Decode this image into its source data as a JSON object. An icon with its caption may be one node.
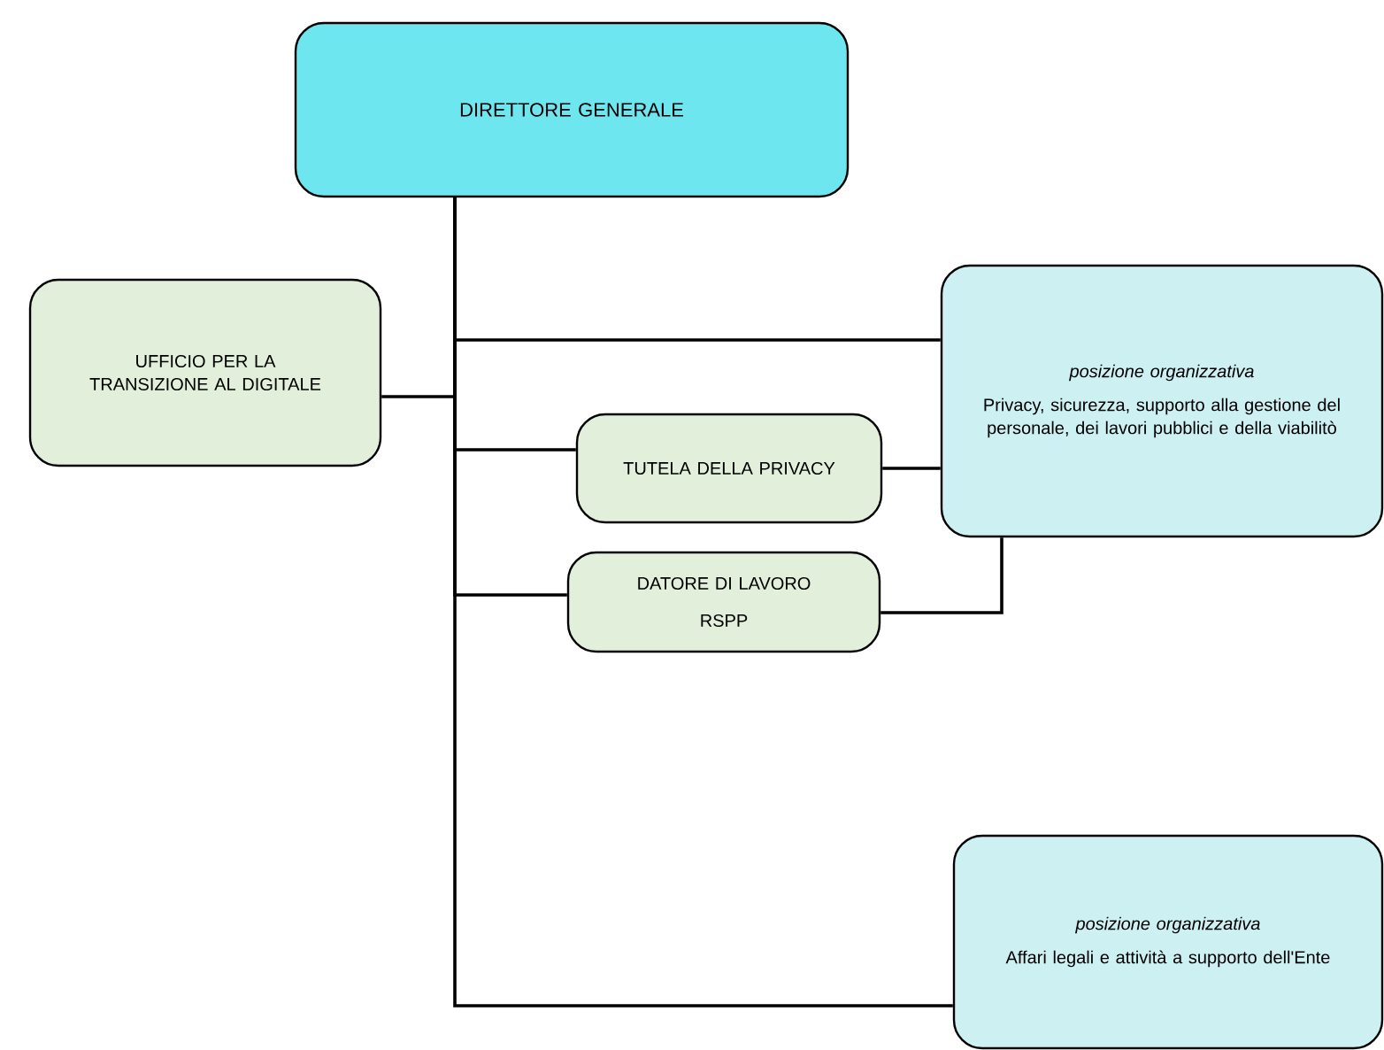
{
  "diagram": {
    "nodes": [
      {
        "text": [
          "DIRETTORE GENERALE"
        ]
      },
      {
        "text": [
          "UFFICIO PER LA TRANSIZIONE AL DIGITALE"
        ]
      },
      {
        "text": [
          "posizione organizzativa",
          "Privacy, sicurezza, supporto alla gestione del personale, dei lavori pubblici e della viabilitò"
        ]
      },
      {
        "text": [
          "TUTELA DELLA PRIVACY"
        ]
      },
      {
        "text": [
          "DATORE DI LAVORO",
          "RSPP"
        ]
      },
      {
        "text": [
          "posizione organizzativa",
          "Affari legali e attività a supporto dell'Ente"
        ]
      }
    ],
    "edges": [
      {
        "from": 0,
        "to": 2,
        "arrow": "none"
      },
      {
        "from": 0,
        "to": 1,
        "arrow": "none"
      },
      {
        "from": 0,
        "to": 3,
        "arrow": "none"
      },
      {
        "from": 0,
        "to": 4,
        "arrow": "none"
      },
      {
        "from": 0,
        "to": 5,
        "arrow": "none"
      },
      {
        "from": 3,
        "to": 2,
        "arrow": "none"
      },
      {
        "from": 4,
        "to": 2,
        "arrow": "none"
      }
    ]
  }
}
